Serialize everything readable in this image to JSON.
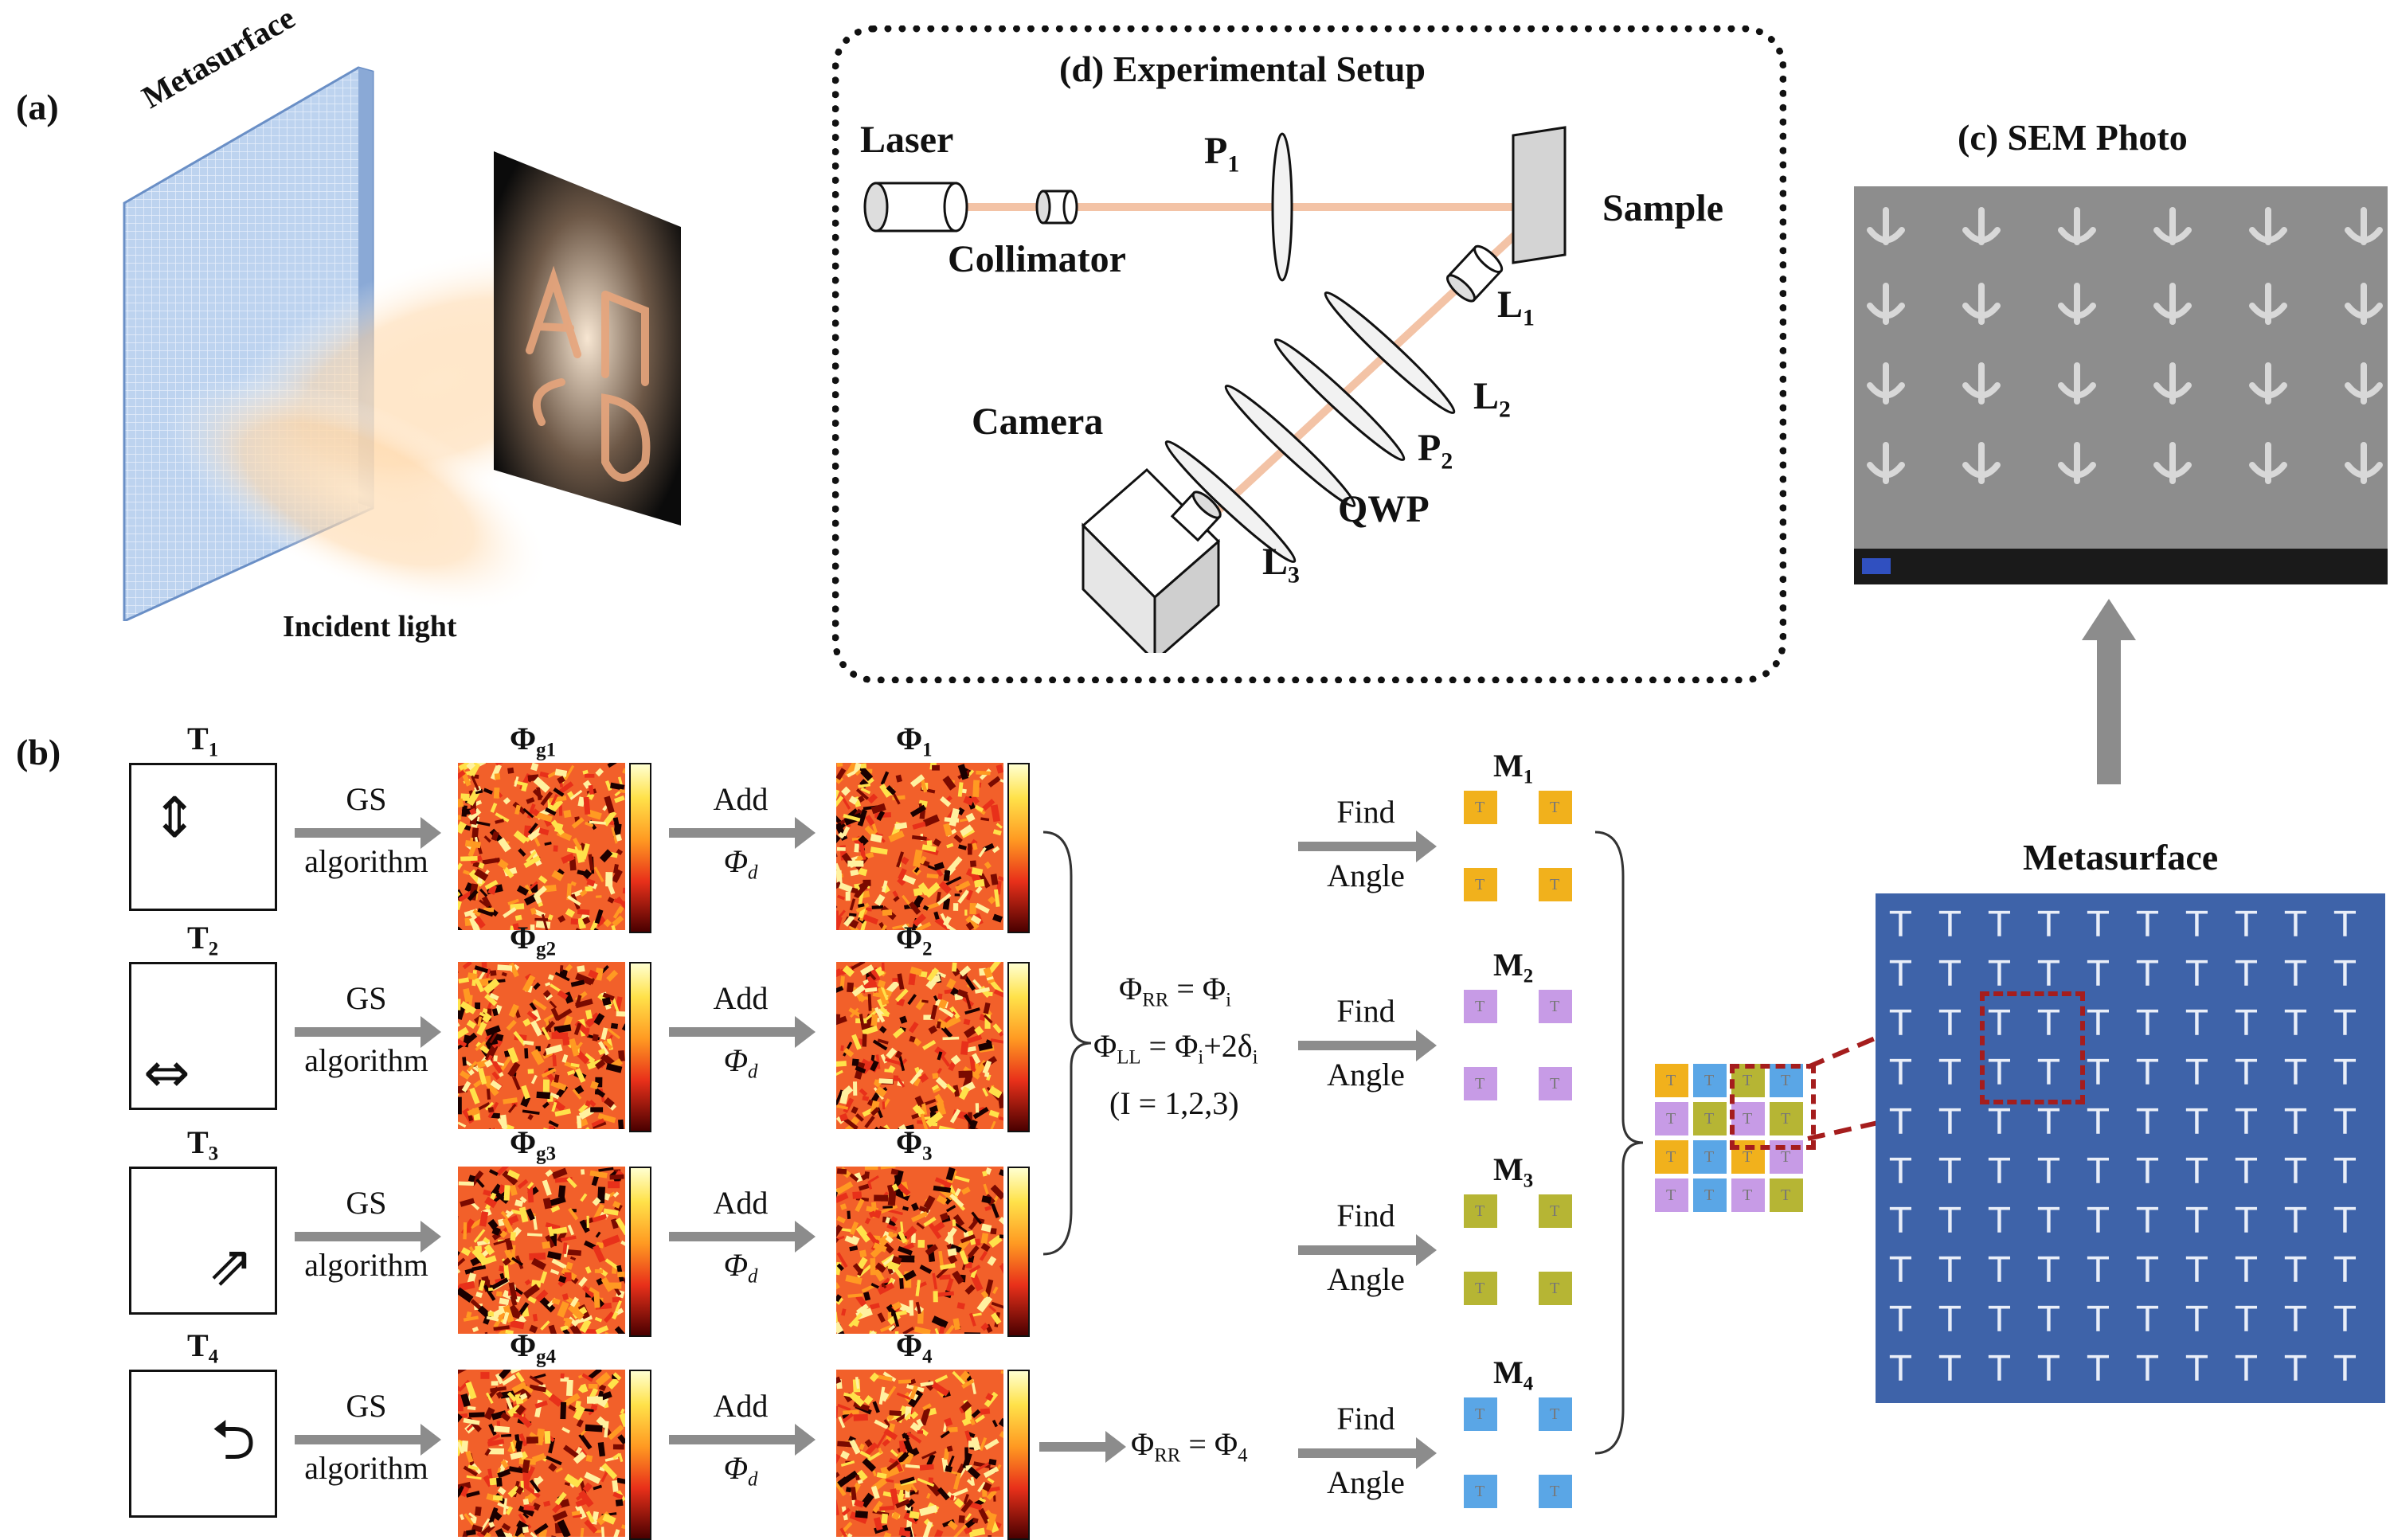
{
  "panel_a": {
    "tag": "(a)",
    "metasurface_label": "Metasurface",
    "incident_light_label": "Incident light"
  },
  "panel_d": {
    "title": "(d) Experimental Setup",
    "laser": "Laser",
    "collimator": "Collimator",
    "p1": "P",
    "p1_sub": "1",
    "sample": "Sample",
    "l1": "L",
    "l1_sub": "1",
    "l2": "L",
    "l2_sub": "2",
    "p2": "P",
    "p2_sub": "2",
    "qwp": "QWP",
    "l3": "L",
    "l3_sub": "3",
    "camera": "Camera"
  },
  "panel_c": {
    "title": "(c)  SEM Photo"
  },
  "panel_b": {
    "tag": "(b)",
    "rows": [
      {
        "t": "T",
        "t_sub": "1",
        "g": "Φ",
        "g_sub": "g1",
        "p": "Φ",
        "p_sub": "1",
        "m": "M",
        "m_sub": "1",
        "m_color": "#f1b11c"
      },
      {
        "t": "T",
        "t_sub": "2",
        "g": "Φ",
        "g_sub": "g2",
        "p": "Φ",
        "p_sub": "2",
        "m": "M",
        "m_sub": "2",
        "m_color": "#c79be6"
      },
      {
        "t": "T",
        "t_sub": "3",
        "g": "Φ",
        "g_sub": "g3",
        "p": "Φ",
        "p_sub": "3",
        "m": "M",
        "m_sub": "3",
        "m_color": "#b6b534"
      },
      {
        "t": "T",
        "t_sub": "4",
        "g": "Φ",
        "g_sub": "g4",
        "p": "Φ",
        "p_sub": "4",
        "m": "M",
        "m_sub": "4",
        "m_color": "#5aa6e6"
      }
    ],
    "gs_top": "GS",
    "gs_bottom": "algorithm",
    "add_top": "Add",
    "add_bottom": "Φ",
    "add_bottom_sub": "d",
    "find_top": "Find",
    "find_bottom": "Angle",
    "eq1": "Φ",
    "eq1_sub": "RR",
    "eq1_rhs": " = Φ",
    "eq1_rhs_sub": "i",
    "eq2": "Φ",
    "eq2_sub": "LL",
    "eq2_rhs": " = Φ",
    "eq2_rhs_sub": "i",
    "eq2_tail": "+2δ",
    "eq2_tail_sub": "i",
    "eq3": "(I = 1,2,3)",
    "eq4": "Φ",
    "eq4_sub": "RR",
    "eq4_rhs": " = Φ",
    "eq4_rhs_sub": "4",
    "cell_glyph": "T",
    "metasurface_label": "Metasurface"
  }
}
